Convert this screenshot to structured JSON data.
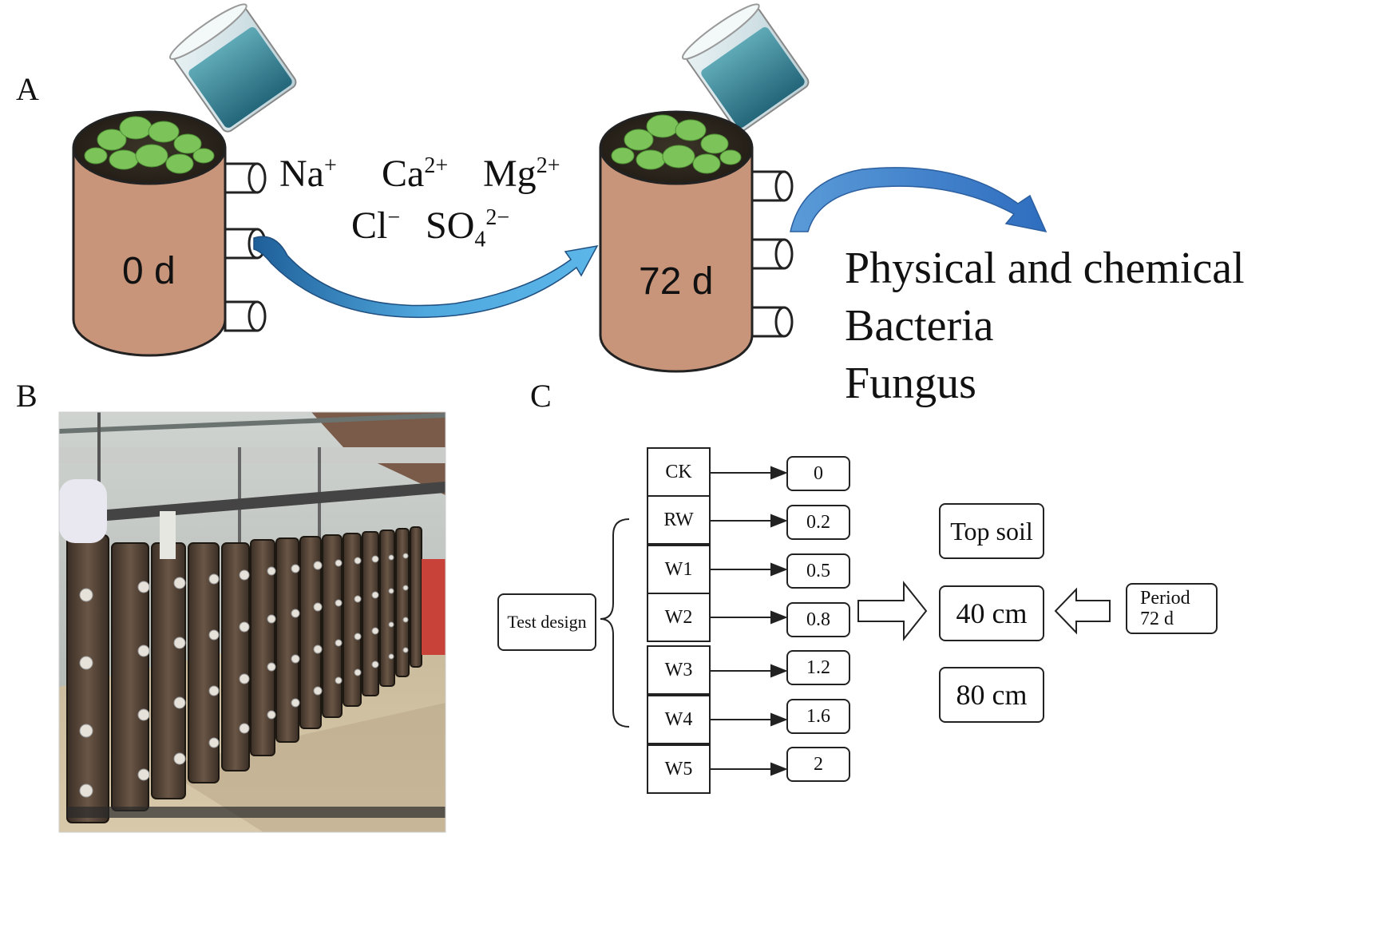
{
  "panels": {
    "a": "A",
    "b": "B",
    "c": "C"
  },
  "column_start": {
    "label": "0 d"
  },
  "column_end": {
    "label": "72 d"
  },
  "ions": {
    "na": "Na",
    "na_sup": "+",
    "ca": "Ca",
    "ca_sup": "2+",
    "mg": "Mg",
    "mg_sup": "2+",
    "cl": "Cl",
    "cl_sup": "−",
    "so": "SO",
    "so_sub": "4",
    "so_sup": "2−"
  },
  "analysis": [
    "Physical and chemical",
    "Bacteria",
    "Fungus"
  ],
  "design": {
    "label": "Test design",
    "treatments": [
      {
        "name": "CK",
        "value": "0"
      },
      {
        "name": "RW",
        "value": "0.2"
      },
      {
        "name": "W1",
        "value": "0.5"
      },
      {
        "name": "W2",
        "value": "0.8"
      },
      {
        "name": "W3",
        "value": "1.2"
      },
      {
        "name": "W4",
        "value": "1.6"
      },
      {
        "name": "W5",
        "value": "2"
      }
    ],
    "depths": [
      "Top soil",
      "40 cm",
      "80 cm"
    ],
    "period_line1": "Period",
    "period_line2": "72 d"
  },
  "colors": {
    "soil_body": "#C8957A",
    "arrow_blue": "#4A9FD8",
    "arrow_blue_dark": "#2E6FB7",
    "plant_green": "#7CC35A",
    "beaker_water": "#3F8FA0"
  }
}
